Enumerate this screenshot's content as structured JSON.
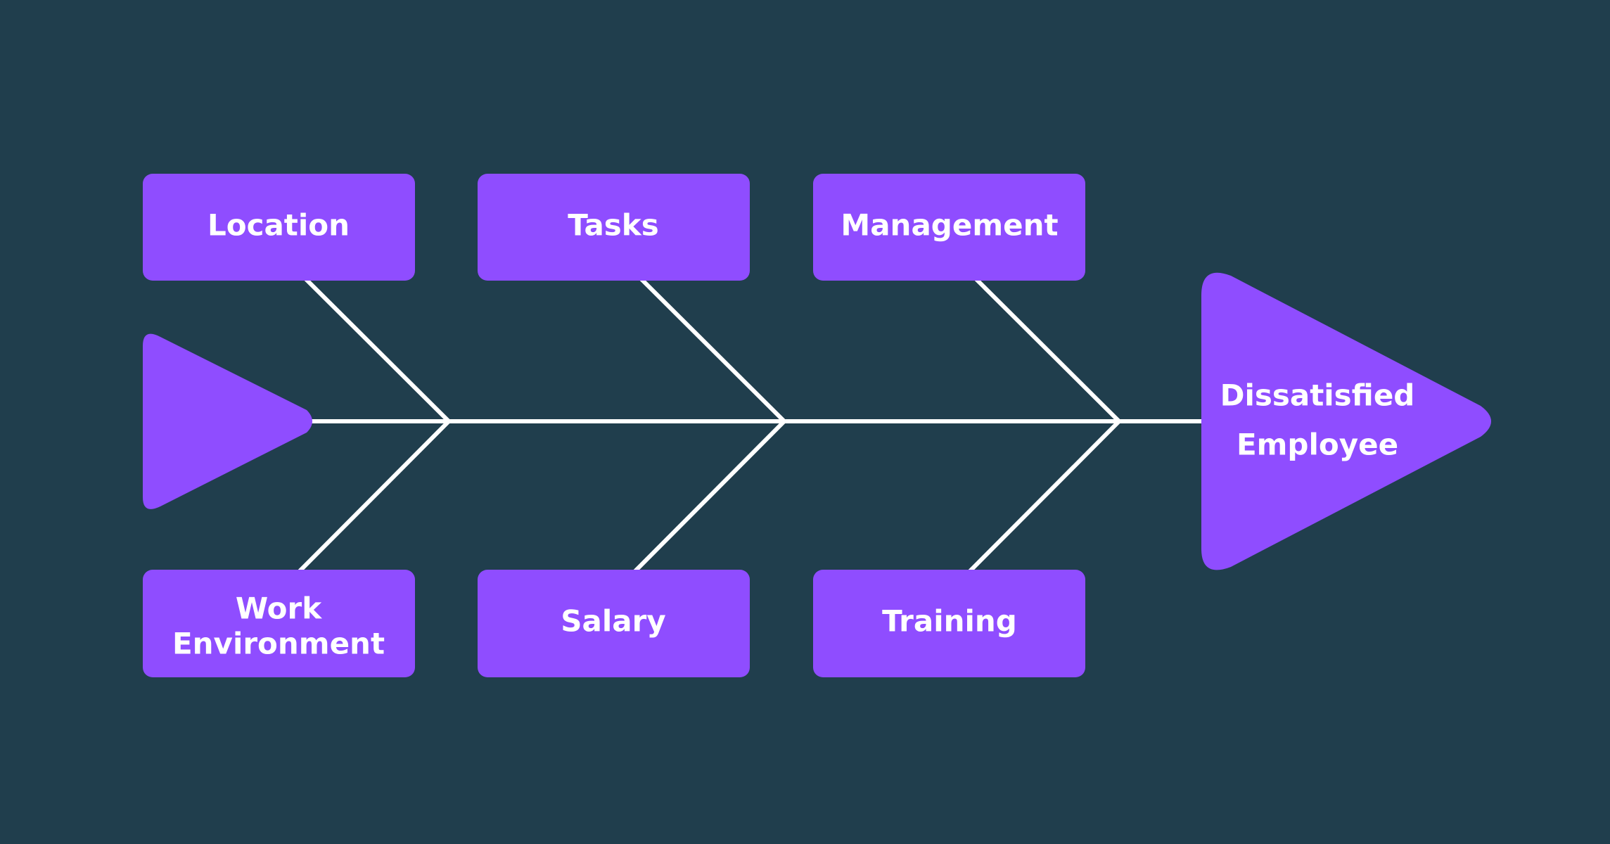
{
  "diagram": {
    "type": "fishbone",
    "effect": [
      "Dissatisfied",
      "Employee"
    ],
    "causes_top": [
      "Location",
      "Tasks",
      "Management"
    ],
    "causes_bottom": [
      [
        "Work",
        "Environment"
      ],
      [
        "Salary"
      ],
      [
        "Training"
      ]
    ],
    "colors": {
      "background": "#203e4d",
      "box": "#8f4dff",
      "line": "#ffffff",
      "text": "#ffffff"
    }
  }
}
